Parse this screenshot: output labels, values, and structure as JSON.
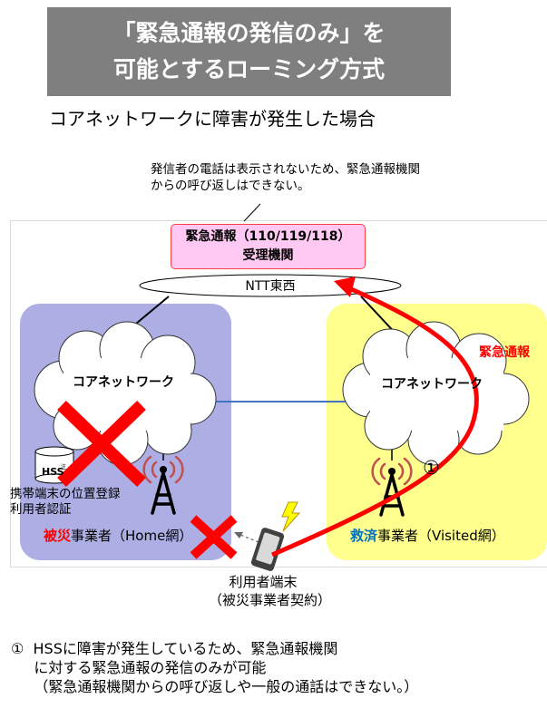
{
  "title": {
    "line1": "「緊急通報の発信のみ」を",
    "line2": "可能とするローミング方式"
  },
  "subtitle": "コアネットワークに障害が発生した場合",
  "callout": "発信者の電話は表示されないため、緊急通報機関\nからの呼び返しはできない。",
  "reception": {
    "line1": "緊急通報（110/119/118）",
    "line2": "受理機関"
  },
  "ntt": "NTT東西",
  "core_network_home": "コアネットワーク",
  "core_network_visited": "コアネットワーク",
  "emergency_call": "緊急通報",
  "hss": {
    "label": "HSS",
    "superscript": "注"
  },
  "hss_note": "携帯端末の位置登録\n利用者認証",
  "home_operator": {
    "prefix": "被災",
    "suffix": "事業者（Home網）"
  },
  "visited_operator": {
    "prefix": "救済",
    "suffix": "事業者（Visited網）"
  },
  "step_marker": "①",
  "user_terminal": "利用者端末\n（被災事業者契約）",
  "footer": "①  HSSに障害が発生しているため、緊急通報機関\n     に対する緊急通報の発信のみが可能\n     （緊急通報機関からの呼び返しや一般の通話はできない。）",
  "colors": {
    "title_bg": "#7f7f7f",
    "home_region": "#acaee4",
    "visited_region": "#ffff8d",
    "reception_box": "#ffc9f3",
    "emergency_red": "#ff0000",
    "visited_blue": "#0070c0",
    "link_blue": "#4472c4"
  },
  "icons": [
    "cross-mark-icon",
    "antenna-icon",
    "smartphone-icon",
    "lightning-icon",
    "database-icon"
  ]
}
